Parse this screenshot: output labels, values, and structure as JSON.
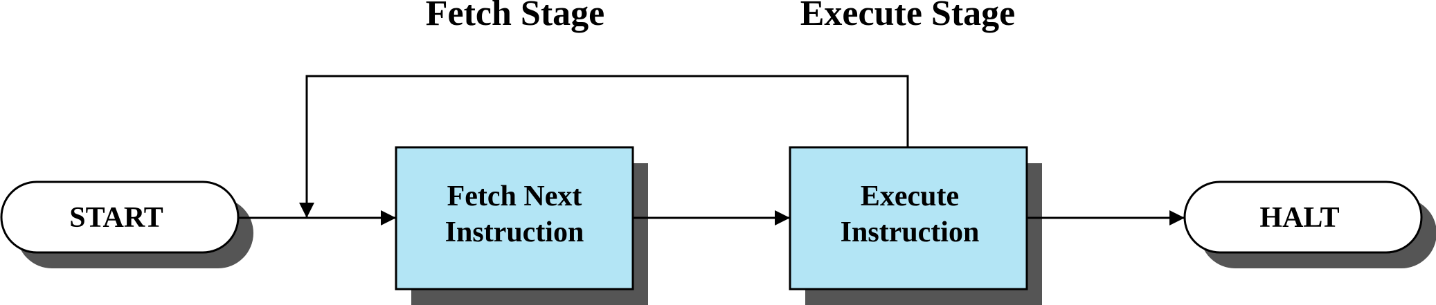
{
  "stages": {
    "fetch": "Fetch Stage",
    "execute": "Execute Stage"
  },
  "nodes": {
    "start": "START",
    "fetch_line1": "Fetch Next",
    "fetch_line2": "Instruction",
    "execute_line1": "Execute",
    "execute_line2": "Instruction",
    "halt": "HALT"
  },
  "colors": {
    "process_fill": "#b3e5f5",
    "shadow": "#555555",
    "stroke": "#000000"
  }
}
